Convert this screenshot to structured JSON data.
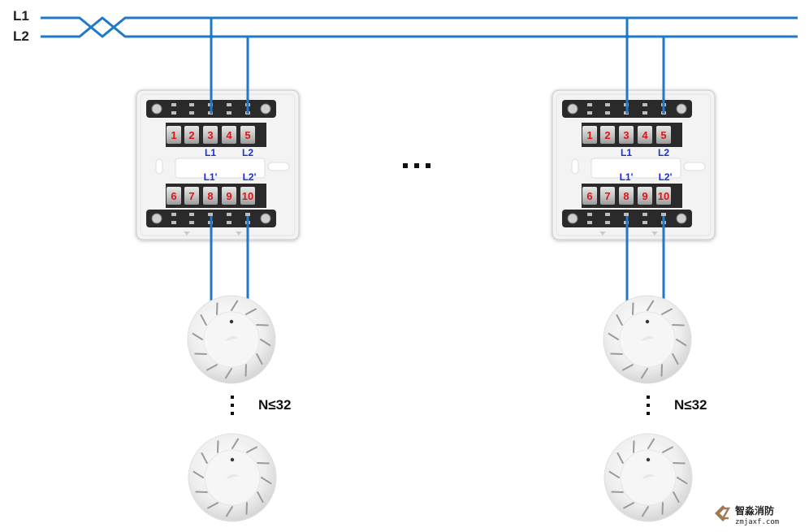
{
  "bus": {
    "lines": [
      {
        "name": "L1",
        "label": "L1"
      },
      {
        "name": "L2",
        "label": "L2"
      }
    ],
    "wire_color": "#1f78c8"
  },
  "modules": [
    {
      "id": "module-left",
      "top_terminals": [
        "1",
        "2",
        "3",
        "4",
        "5"
      ],
      "bottom_terminals": [
        "6",
        "7",
        "8",
        "9",
        "10"
      ],
      "top_wire_labels": {
        "3": "L1",
        "5": "L2"
      },
      "bottom_wire_labels": {
        "8": "L1'",
        "10": "L2'"
      },
      "count_label": "N≤32"
    },
    {
      "id": "module-right",
      "top_terminals": [
        "1",
        "2",
        "3",
        "4",
        "5"
      ],
      "bottom_terminals": [
        "6",
        "7",
        "8",
        "9",
        "10"
      ],
      "top_wire_labels": {
        "3": "L1",
        "5": "L2"
      },
      "bottom_wire_labels": {
        "8": "L1'",
        "10": "L2'"
      },
      "count_label": "N≤32"
    }
  ],
  "between_modules_ellipsis": "...",
  "detector_ellipsis": "⋮",
  "colors": {
    "terminal_number": "#e01414",
    "wire_label": "#1a2fd6",
    "box_body": "#f2f2f2",
    "terminal_block": "#2a2a2a"
  },
  "watermark": {
    "brand": "智淼消防",
    "url": "zmjaxf.com"
  }
}
